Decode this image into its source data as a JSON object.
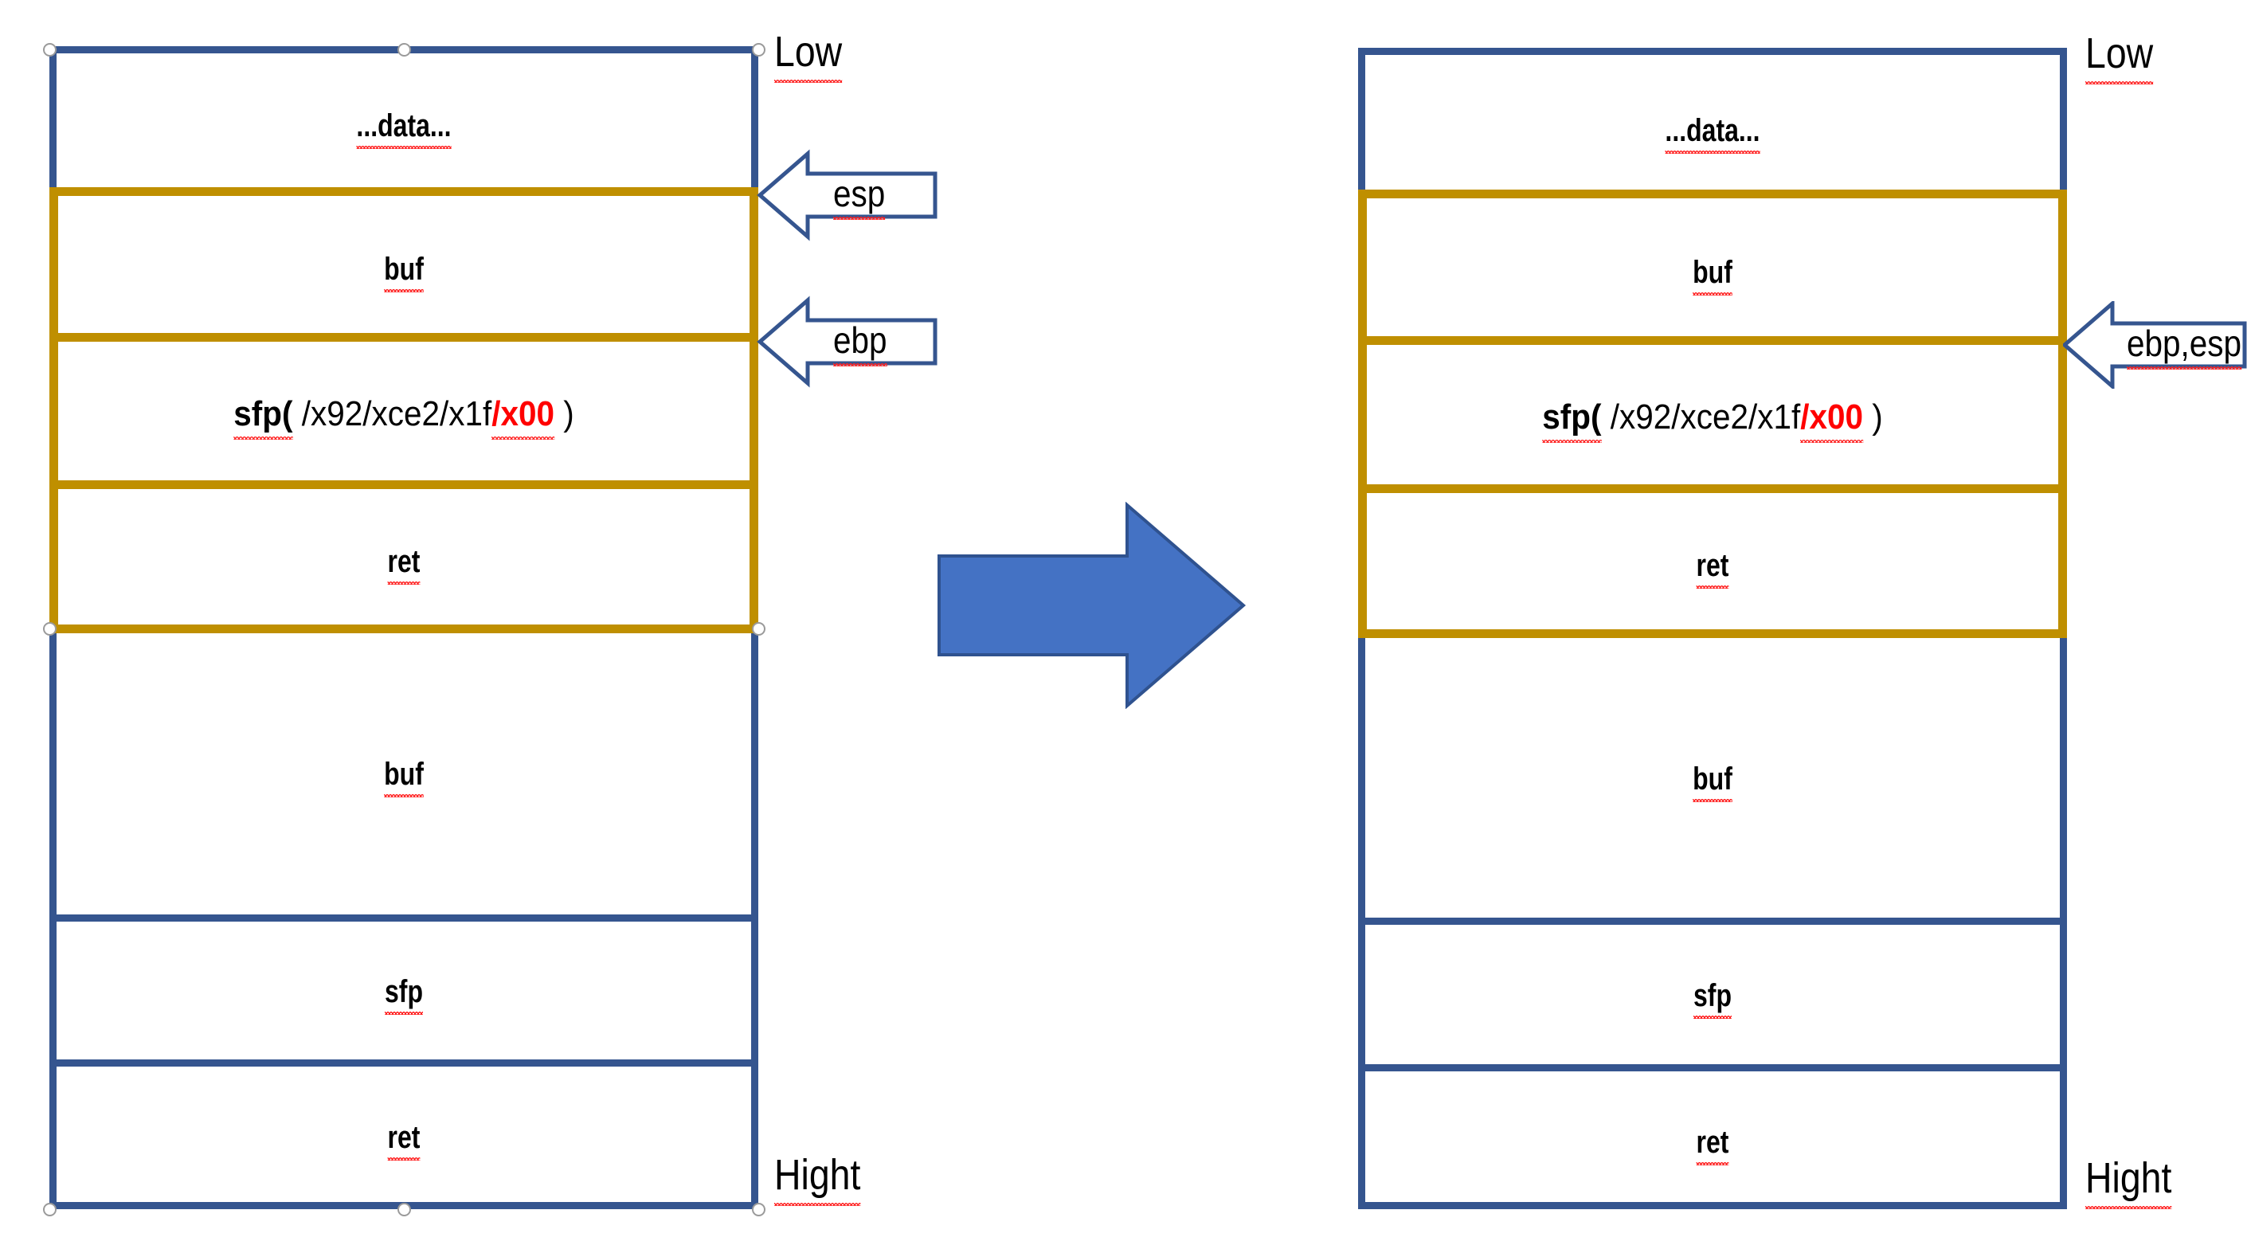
{
  "accent_colors": {
    "blue_frame": "#35558F",
    "gold_frame": "#BF8F00",
    "big_arrow_fill": "#4472C4",
    "big_arrow_stroke": "#2F528F",
    "highlight_red": "#FF0000",
    "spellcheck_red": "#FF2020",
    "page_background": "#FFFFFF"
  },
  "left_diagram": {
    "name": "stack-before-overflow",
    "selected": true,
    "top_label": "Low",
    "bottom_label": "Hight",
    "cells": [
      {
        "id": "data",
        "label": "...data...",
        "frame": "blue",
        "bold": true
      },
      {
        "id": "buf-top",
        "label": "buf",
        "frame": "gold",
        "bold": true
      },
      {
        "id": "sfp-payload",
        "label_parts": [
          {
            "text": "sfp(",
            "style": "bold"
          },
          {
            "text": "  /x92/xce2/x1f",
            "style": "normal"
          },
          {
            "text": "/x00",
            "style": "red-bold"
          },
          {
            "text": "  )",
            "style": "normal"
          }
        ],
        "label_plain": "sfp(  /x92/xce2/x1f/x00  )",
        "frame": "gold"
      },
      {
        "id": "ret-top",
        "label": "ret",
        "frame": "gold",
        "bold": true
      },
      {
        "id": "buf-bottom",
        "label": "buf",
        "frame": "blue",
        "bold": true
      },
      {
        "id": "sfp-bottom",
        "label": "sfp",
        "frame": "blue",
        "bold": true
      },
      {
        "id": "ret-bottom",
        "label": "ret",
        "frame": "blue",
        "bold": true
      }
    ],
    "pointers": [
      {
        "id": "esp-pointer",
        "label": "esp",
        "targets_cell_boundary": "data/buf-top"
      },
      {
        "id": "ebp-pointer",
        "label": "ebp",
        "targets_cell_boundary": "buf-top/sfp-payload"
      }
    ]
  },
  "right_diagram": {
    "name": "stack-after-overflow",
    "selected": false,
    "top_label": "Low",
    "bottom_label": "Hight",
    "cells": [
      {
        "id": "data",
        "label": "...data...",
        "frame": "blue",
        "bold": true
      },
      {
        "id": "buf-top",
        "label": "buf",
        "frame": "gold",
        "bold": true
      },
      {
        "id": "sfp-payload",
        "label_parts": [
          {
            "text": "sfp(",
            "style": "bold"
          },
          {
            "text": "  /x92/xce2/x1f",
            "style": "normal"
          },
          {
            "text": "/x00",
            "style": "red-bold"
          },
          {
            "text": "  )",
            "style": "normal"
          }
        ],
        "label_plain": "sfp(  /x92/xce2/x1f/x00  )",
        "frame": "gold"
      },
      {
        "id": "ret-top",
        "label": "ret",
        "frame": "gold",
        "bold": true
      },
      {
        "id": "buf-bottom",
        "label": "buf",
        "frame": "blue",
        "bold": true
      },
      {
        "id": "sfp-bottom",
        "label": "sfp",
        "frame": "blue",
        "bold": true
      },
      {
        "id": "ret-bottom",
        "label": "ret",
        "frame": "blue",
        "bold": true
      }
    ],
    "pointers": [
      {
        "id": "ebp-esp-pointer",
        "label": "ebp,esp",
        "targets_cell_boundary": "buf-top/sfp-payload"
      }
    ]
  },
  "transition": {
    "name": "transition-arrow",
    "direction": "right",
    "meaning": "left stack state becomes right stack state"
  }
}
